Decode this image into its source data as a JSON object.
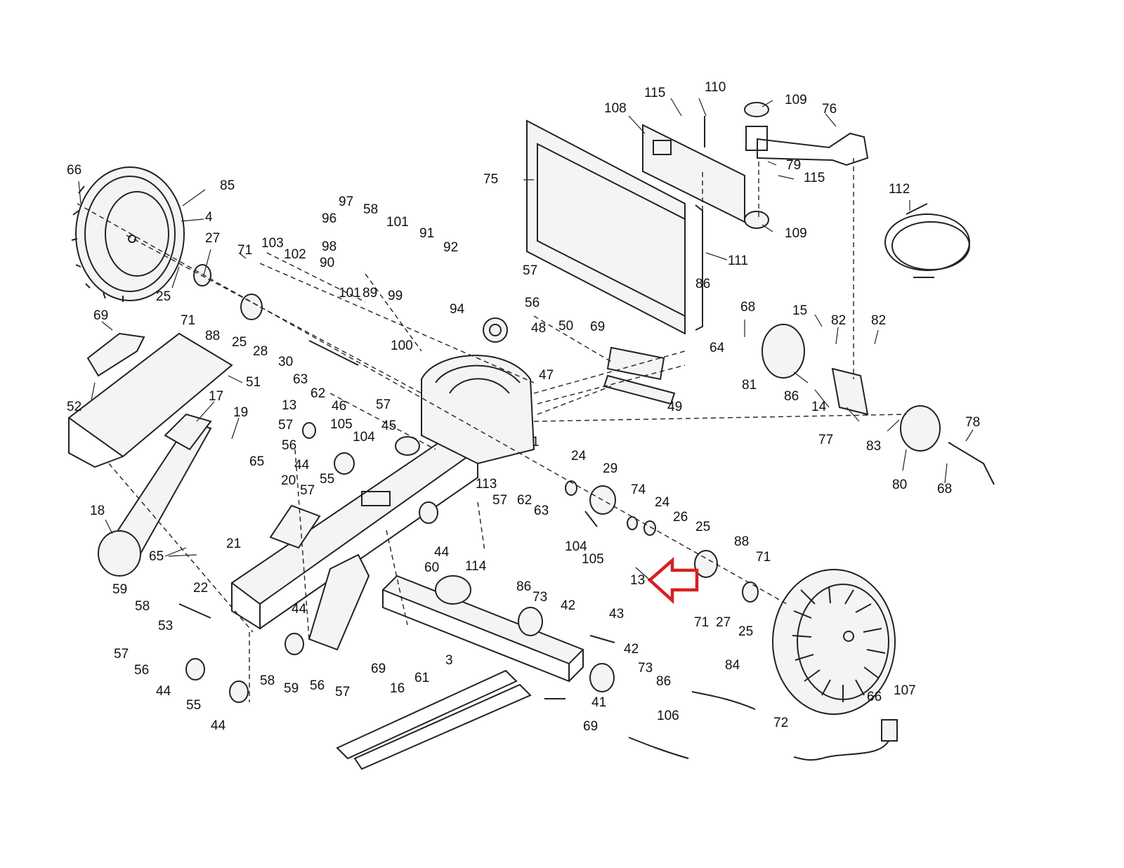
{
  "diagram": {
    "highlight_color": "#d62020",
    "line_color": "#222222",
    "highlighted_part": "13",
    "callouts": [
      "66",
      "85",
      "4",
      "27",
      "71",
      "25",
      "71",
      "88",
      "25",
      "28",
      "30",
      "103",
      "102",
      "90",
      "97",
      "96",
      "98",
      "58",
      "101",
      "101",
      "89",
      "91",
      "92",
      "94",
      "99",
      "100",
      "57",
      "56",
      "48",
      "50",
      "69",
      "47",
      "64",
      "49",
      "115",
      "110",
      "108",
      "109",
      "76",
      "79",
      "115",
      "109",
      "75",
      "111",
      "86",
      "112",
      "68",
      "15",
      "82",
      "82",
      "81",
      "86",
      "14",
      "77",
      "83",
      "78",
      "80",
      "68",
      "69",
      "52",
      "51",
      "17",
      "19",
      "18",
      "65",
      "65",
      "13",
      "57",
      "56",
      "44",
      "55",
      "105",
      "104",
      "63",
      "62",
      "46",
      "57",
      "45",
      "1",
      "20",
      "57",
      "21",
      "22",
      "59",
      "58",
      "53",
      "57",
      "56",
      "44",
      "55",
      "44",
      "58",
      "59",
      "56",
      "57",
      "44",
      "69",
      "113",
      "114",
      "57",
      "44",
      "60",
      "62",
      "63",
      "104",
      "105",
      "24",
      "29",
      "74",
      "24",
      "26",
      "25",
      "88",
      "71",
      "13",
      "71",
      "27",
      "25",
      "86",
      "73",
      "42",
      "43",
      "42",
      "73",
      "86",
      "41",
      "69",
      "61",
      "3",
      "16",
      "106",
      "84",
      "72",
      "66",
      "107"
    ]
  }
}
